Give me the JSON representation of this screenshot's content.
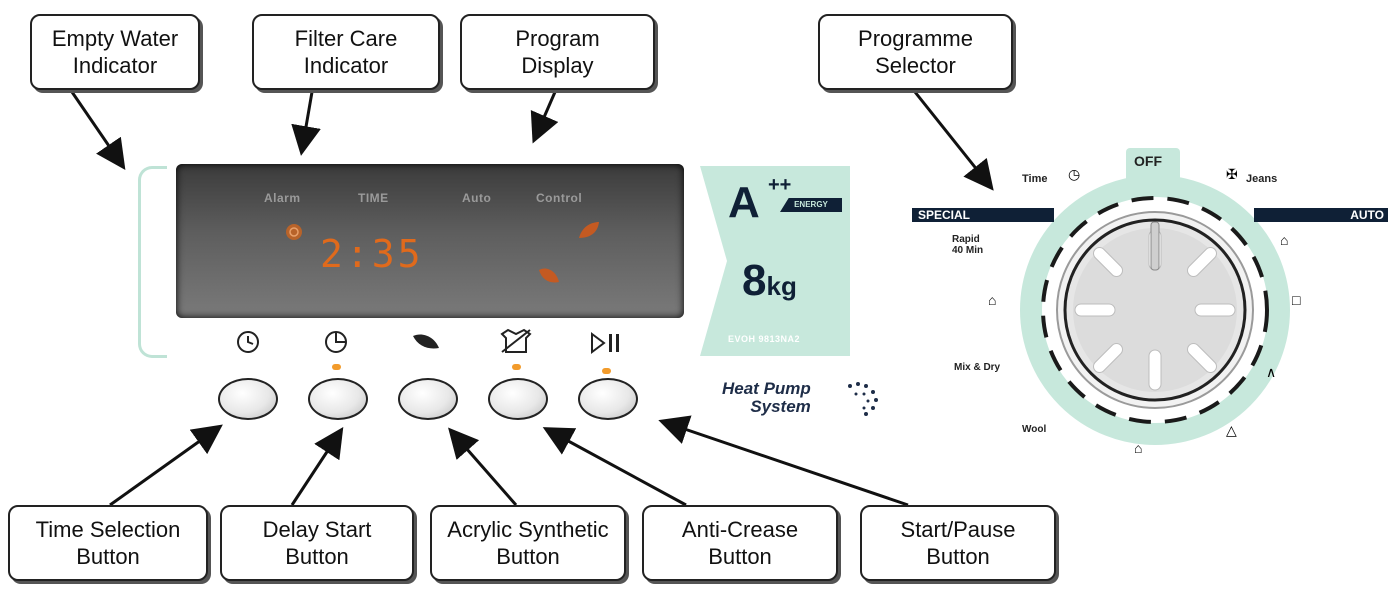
{
  "callouts": {
    "empty_water": "Empty Water\nIndicator",
    "filter_care": "Filter Care\nIndicator",
    "program_display": "Program\nDisplay",
    "programme_selector": "Programme\nSelector",
    "time_selection": "Time Selection\nButton",
    "delay_start": "Delay Start\nButton",
    "acrylic_synthetic": "Acrylic Synthetic\nButton",
    "anti_crease": "Anti-Crease\nButton",
    "start_pause": "Start/Pause\nButton"
  },
  "display": {
    "labels": {
      "alarm": "Alarm",
      "time": "TIME",
      "auto": "Auto",
      "control": "Control"
    },
    "readout": "2:35"
  },
  "energy": {
    "class": "A",
    "plus": "++",
    "tag": "ENERGY",
    "capacity_value": "8",
    "capacity_unit": "kg",
    "model": "EVOH 9813NA2"
  },
  "heat_pump": "Heat Pump\nSystem",
  "dial": {
    "off": "OFF",
    "special": "SPECIAL",
    "auto": "AUTO",
    "time": "Time",
    "jeans": "Jeans",
    "rapid": "Rapid\n40 Min",
    "mix_dry": "Mix & Dry",
    "wool": "Wool"
  },
  "icons": {
    "time_button": "clock-icon",
    "delay_button": "delay-clock-icon",
    "acrylic_button": "leaf-icon",
    "crease_button": "anti-crease-icon",
    "start_button": "play-pause-icon"
  },
  "colors": {
    "mint": "#c7e8dc",
    "navy": "#0f2036",
    "led": "#f29b2b"
  }
}
